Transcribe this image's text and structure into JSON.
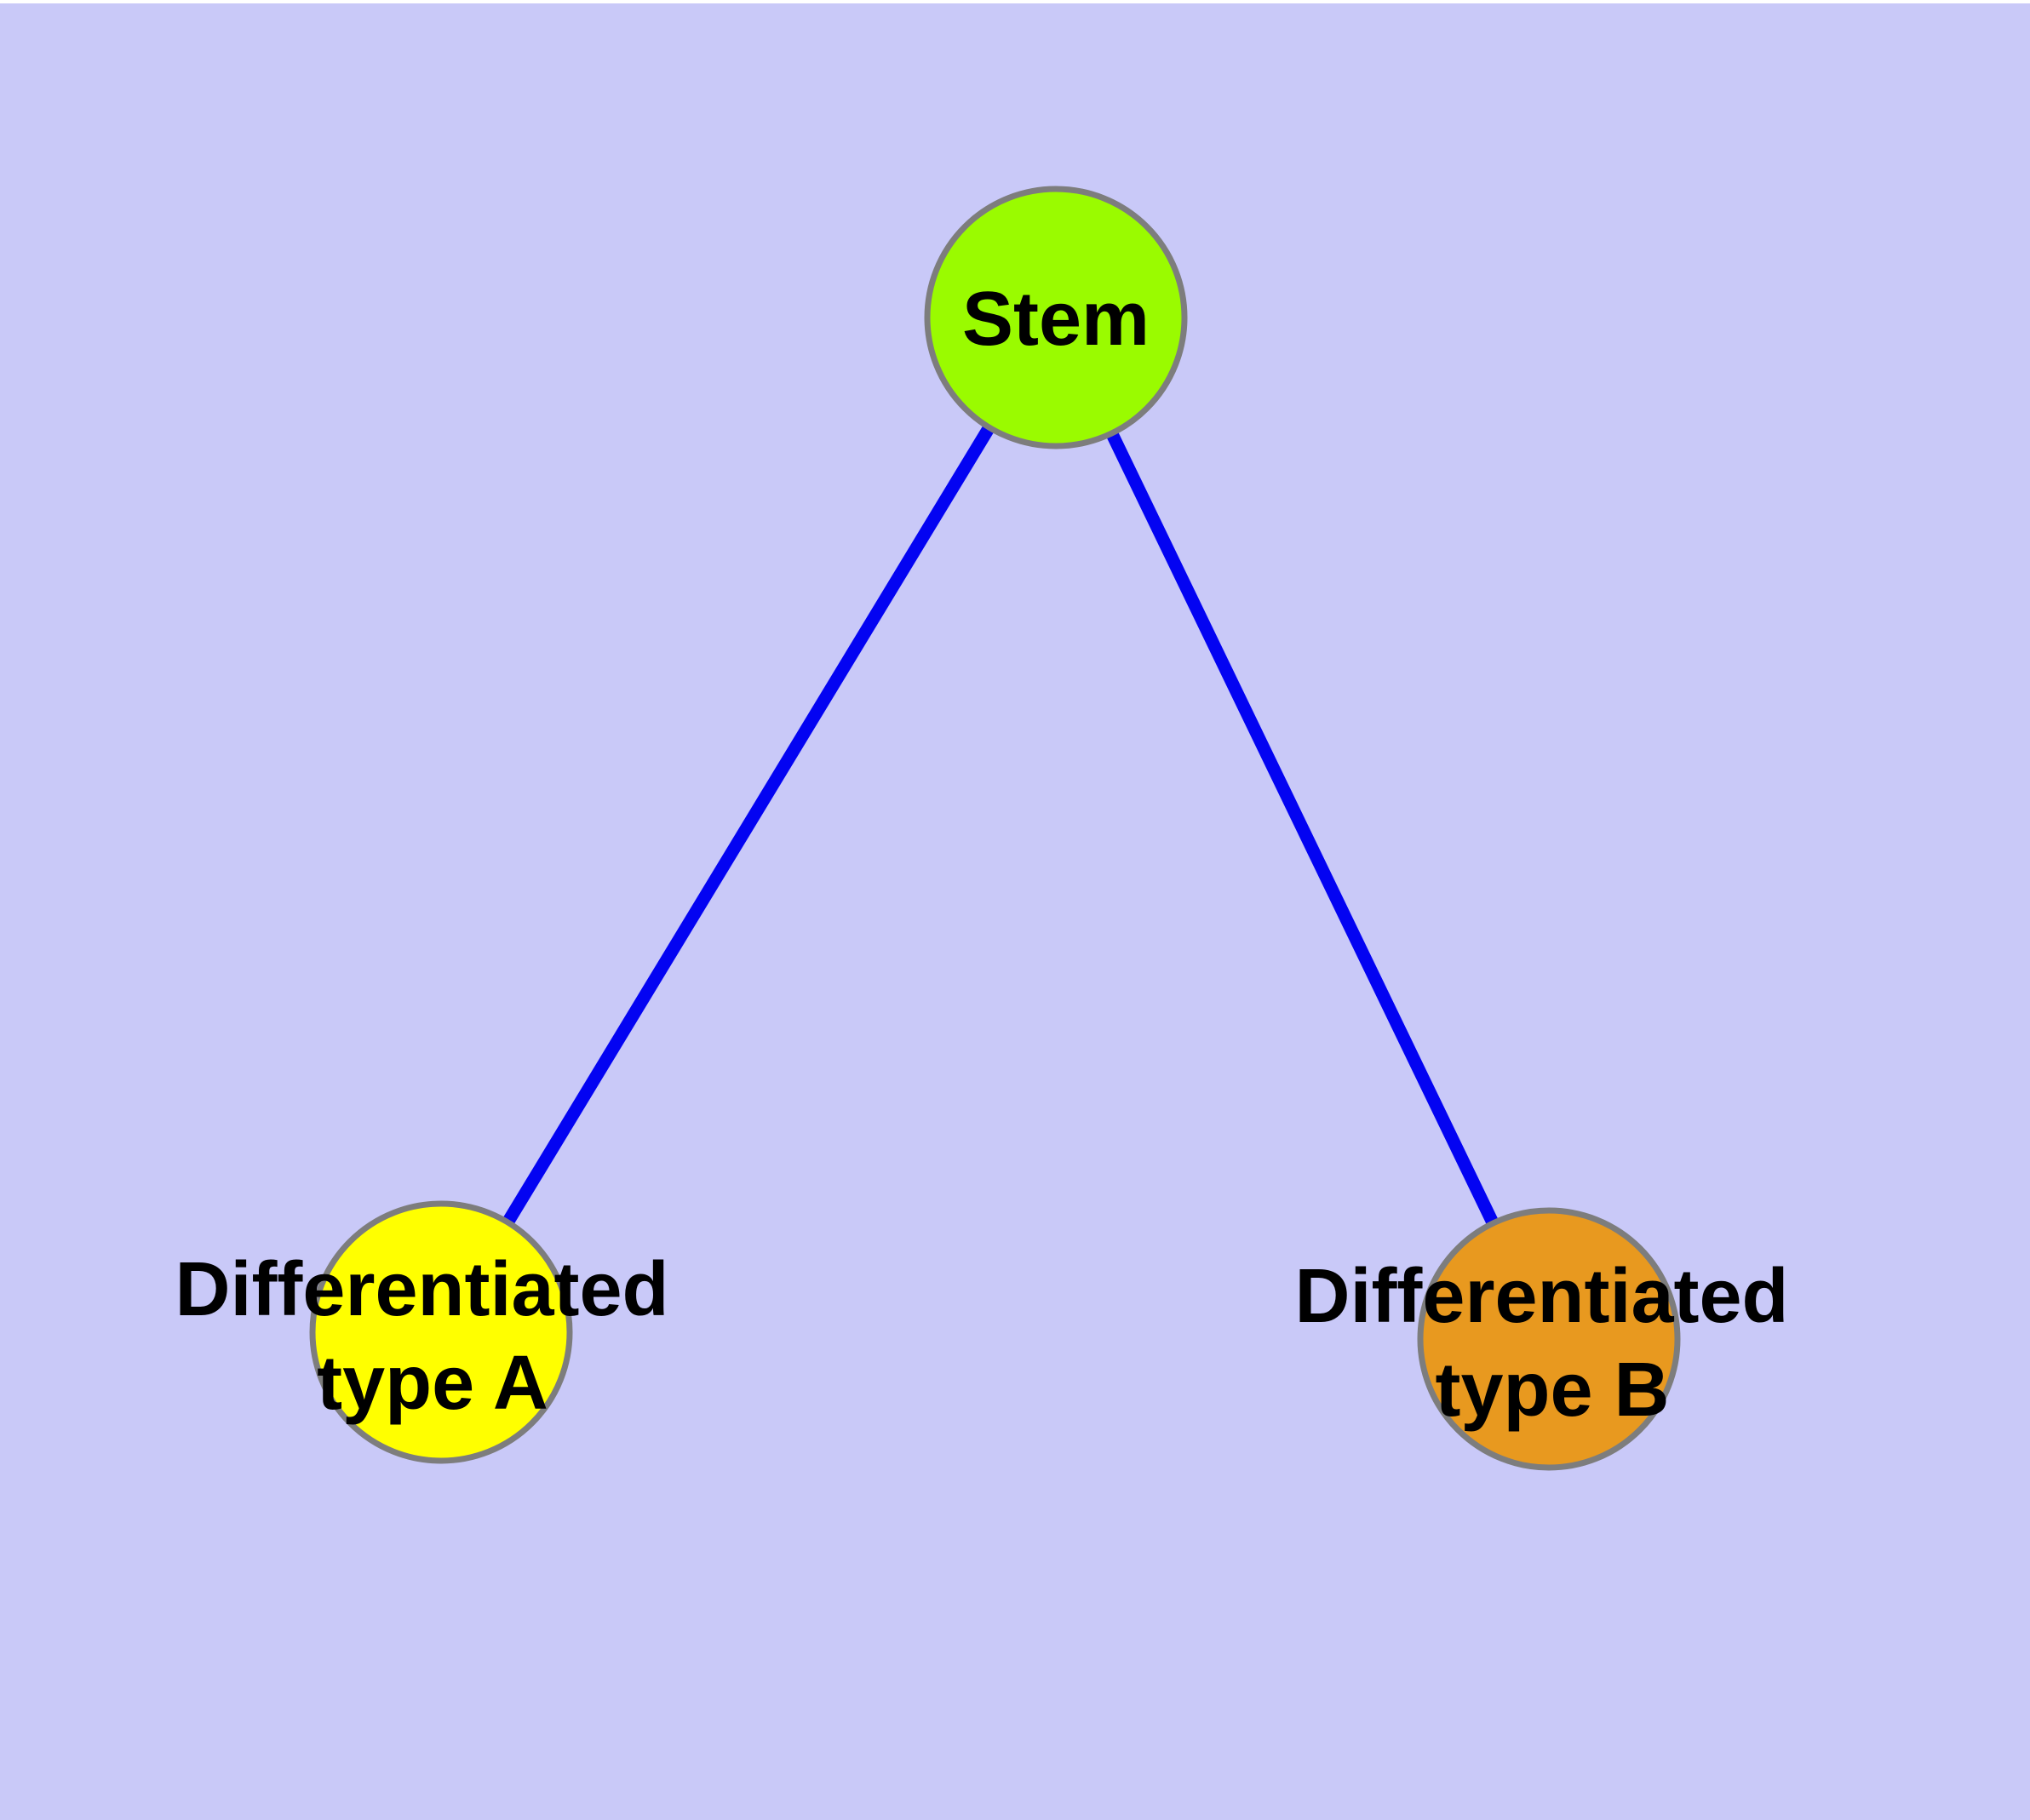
{
  "diagram": {
    "type": "graph",
    "description": "Cell differentiation tree: one stem node with two differentiated child types",
    "background_color": "#c9c9f8",
    "top_margin_color": "#ffffff",
    "node_border_color": "#7d7d7d",
    "label_color": "#000000",
    "edge_color": "#0303f2",
    "nodes": [
      {
        "id": "stem",
        "label": "Stem",
        "line1": "Stem",
        "line2": "",
        "color": "#9afb00"
      },
      {
        "id": "type-a",
        "label": "Differentiated type A",
        "line1": "Differentiated",
        "line2": "type A",
        "color": "#ffff00"
      },
      {
        "id": "type-b",
        "label": "Differentiated type B",
        "line1": "Differentiated",
        "line2": "type B",
        "color": "#e8991f"
      }
    ],
    "edges": [
      {
        "from": "Stem",
        "to": "Differentiated type A"
      },
      {
        "from": "Stem",
        "to": "Differentiated type B"
      }
    ]
  }
}
